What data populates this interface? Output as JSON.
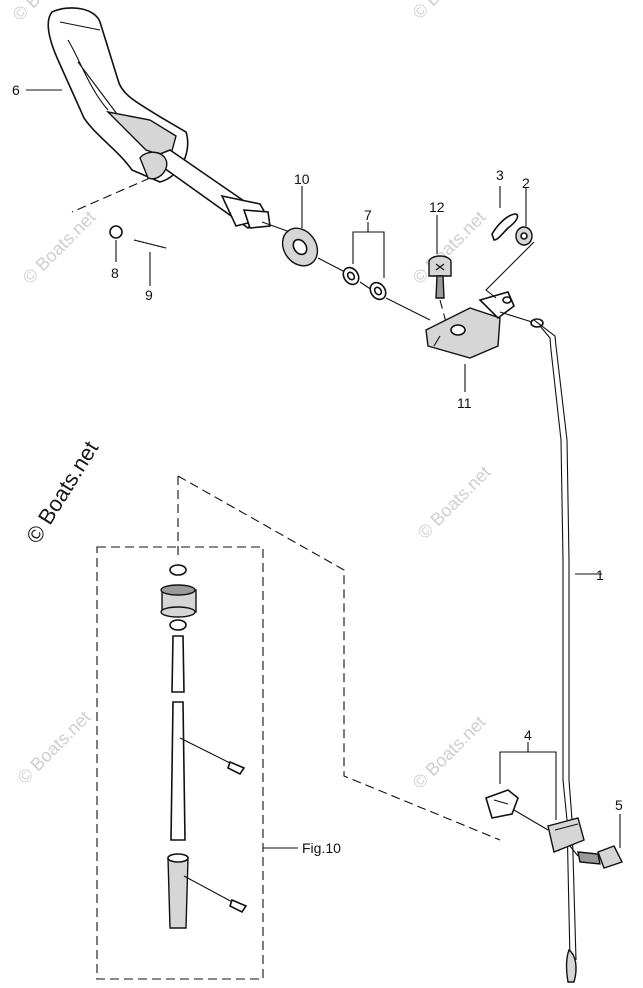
{
  "diagram": {
    "callouts": [
      "1",
      "2",
      "3",
      "4",
      "5",
      "6",
      "7",
      "8",
      "9",
      "10",
      "11",
      "12"
    ],
    "figure_ref": "Fig.10",
    "watermark": "© Boats.net",
    "colors": {
      "ink": "#111111",
      "shade": "#d6d6d6",
      "dark_shade": "#9a9a9a",
      "watermark": "#cfcfcf"
    }
  }
}
